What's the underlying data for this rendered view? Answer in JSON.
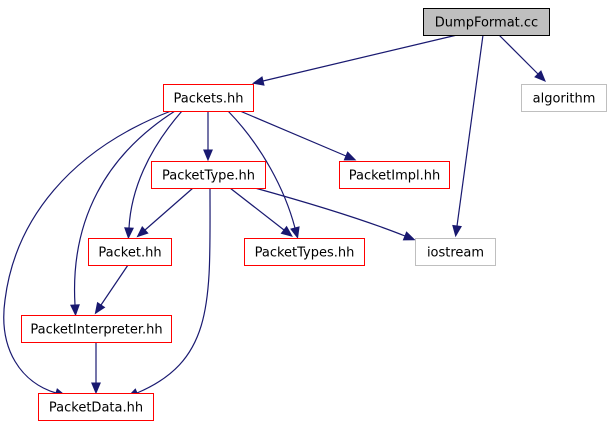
{
  "diagram": {
    "colors": {
      "edge": "#191970",
      "root_fill": "#bfbfbf",
      "root_border": "#000000",
      "documented_border": "#ff0000",
      "external_border": "#bfbfbf",
      "background": "#ffffff"
    },
    "nodes": [
      {
        "id": "dumpformat",
        "label": "DumpFormat.cc",
        "kind": "root"
      },
      {
        "id": "packets",
        "label": "Packets.hh",
        "kind": "documented"
      },
      {
        "id": "algorithm",
        "label": "algorithm",
        "kind": "external"
      },
      {
        "id": "packettype",
        "label": "PacketType.hh",
        "kind": "documented"
      },
      {
        "id": "packetimpl",
        "label": "PacketImpl.hh",
        "kind": "documented"
      },
      {
        "id": "packet",
        "label": "Packet.hh",
        "kind": "documented"
      },
      {
        "id": "packettypes",
        "label": "PacketTypes.hh",
        "kind": "documented"
      },
      {
        "id": "iostream",
        "label": "iostream",
        "kind": "external"
      },
      {
        "id": "packetinterpreter",
        "label": "PacketInterpreter.hh",
        "kind": "documented"
      },
      {
        "id": "packetdata",
        "label": "PacketData.hh",
        "kind": "documented"
      }
    ],
    "edges": [
      {
        "from": "dumpformat",
        "to": "packets"
      },
      {
        "from": "dumpformat",
        "to": "iostream"
      },
      {
        "from": "dumpformat",
        "to": "algorithm"
      },
      {
        "from": "packets",
        "to": "packettype"
      },
      {
        "from": "packets",
        "to": "packetimpl"
      },
      {
        "from": "packets",
        "to": "packet"
      },
      {
        "from": "packets",
        "to": "packettypes"
      },
      {
        "from": "packets",
        "to": "packetinterpreter"
      },
      {
        "from": "packets",
        "to": "packetdata"
      },
      {
        "from": "packettype",
        "to": "packet"
      },
      {
        "from": "packettype",
        "to": "packettypes"
      },
      {
        "from": "packettype",
        "to": "iostream"
      },
      {
        "from": "packettype",
        "to": "packetdata"
      },
      {
        "from": "packet",
        "to": "packetinterpreter"
      },
      {
        "from": "packetinterpreter",
        "to": "packetdata"
      }
    ]
  }
}
